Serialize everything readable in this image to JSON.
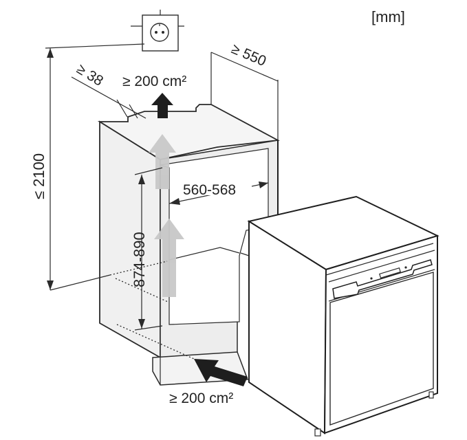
{
  "unit_label": "[mm]",
  "dimensions": {
    "max_height": "≤ 2100",
    "min_depth": "≥ 550",
    "min_gap": "≥ 38",
    "niche_width": "560-568",
    "niche_height": "874-890"
  },
  "ventilation": {
    "top_label": "≥ 200 cm²",
    "bottom_label": "≥ 200 cm²"
  },
  "icons": {
    "socket": "power-socket-icon",
    "arrows": "airflow-arrow-icon"
  },
  "colors": {
    "line": "#2a2a2a",
    "cabinet_face": "#f0f0f0",
    "appliance_face": "#ffffff",
    "airflow_arrow": "#c8c8c8",
    "vent_arrow": "#1e1e1e"
  }
}
